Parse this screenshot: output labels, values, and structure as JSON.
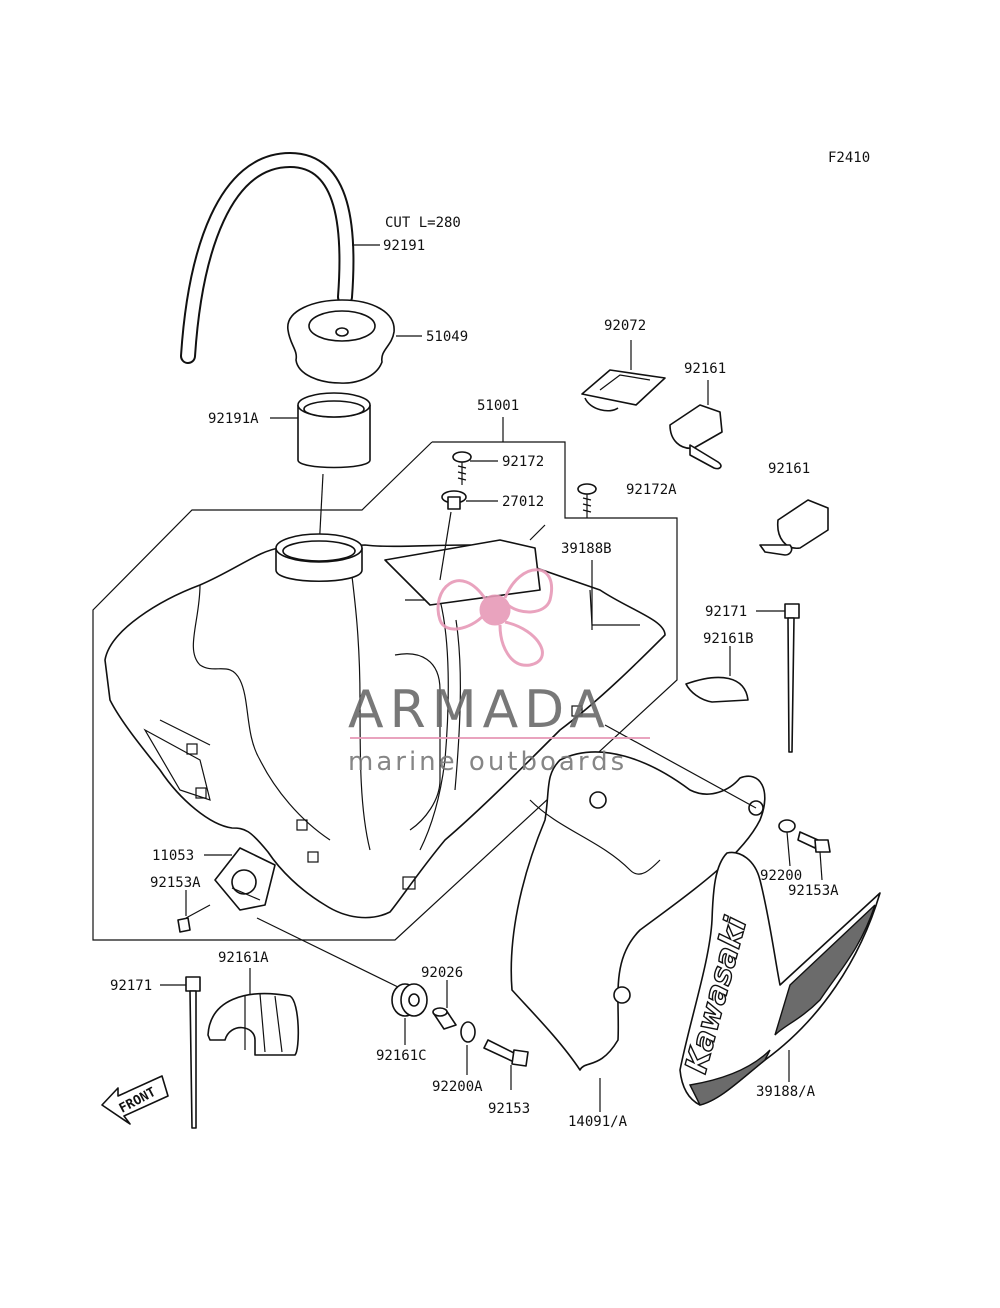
{
  "figure_code": "F2410",
  "note": "CUT L=280",
  "labels": {
    "p92191": "92191",
    "p51049": "51049",
    "p92191A": "92191A",
    "p51001": "51001",
    "p92172": "92172",
    "p27012": "27012",
    "p92172A": "92172A",
    "p92072": "92072",
    "p92161_top": "92161",
    "p92161_mid": "92161",
    "p39188B": "39188B",
    "p92171_right": "92171",
    "p92161B": "92161B",
    "p11053": "11053",
    "p92153A_left": "92153A",
    "p92200": "92200",
    "p92153A_right": "92153A",
    "p92161A": "92161A",
    "p92171_left": "92171",
    "p92026": "92026",
    "p92161C": "92161C",
    "p92200A": "92200A",
    "p92153": "92153",
    "p14091A": "14091/A",
    "p39188A": "39188/A"
  },
  "front_arrow_text": "FRONT",
  "decal_text": "Kawasaki",
  "watermark": {
    "brand": "ARMADA",
    "tagline": "marine outboards",
    "accent_color": "#e79ab8"
  }
}
